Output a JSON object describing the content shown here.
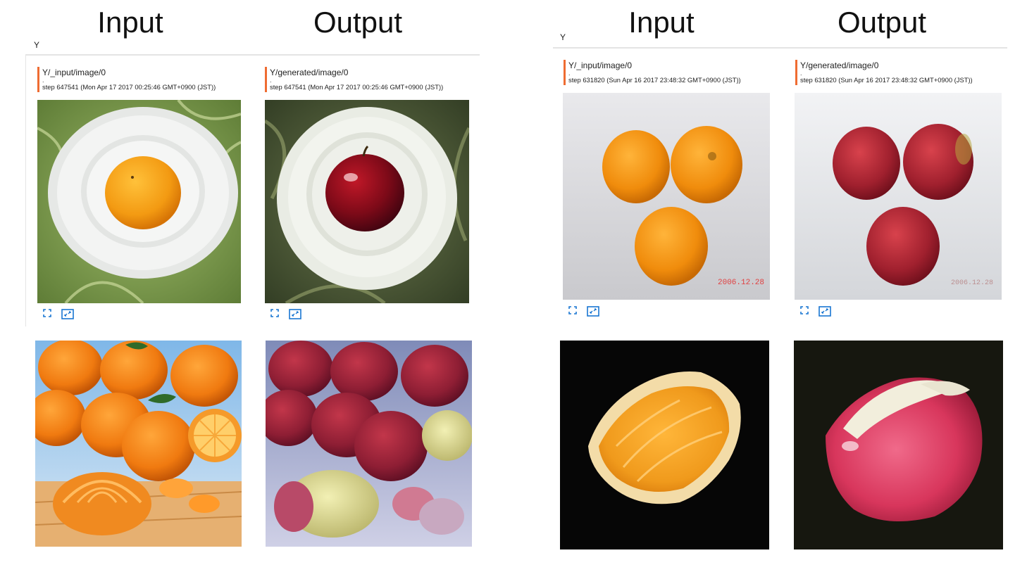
{
  "headings": [
    "Input",
    "Output",
    "Input",
    "Output"
  ],
  "group_labels": [
    "Y",
    "Y"
  ],
  "panels": [
    {
      "input": {
        "tag": "Y/_input/image/0",
        "dot": ".",
        "step": "step 647541 (Mon Apr 17 2017 00:25:46 GMT+0900 (JST))"
      },
      "output": {
        "tag": "Y/generated/image/0",
        "dot": ".",
        "step": "step 647541 (Mon Apr 17 2017 00:25:46 GMT+0900 (JST))"
      }
    },
    {
      "input": {
        "tag": "Y/_input/image/0",
        "dot": ".",
        "step": "step 631820 (Sun Apr 16 2017 23:48:32 GMT+0900 (JST))"
      },
      "output": {
        "tag": "Y/generated/image/0",
        "dot": ".",
        "step": "step 631820 (Sun Apr 16 2017 23:48:32 GMT+0900 (JST))"
      }
    }
  ],
  "photo_stamps": [
    "2006.12.28",
    "2006.12.28"
  ],
  "icons": {
    "fit": "fit-size-icon",
    "actual": "actual-size-icon"
  },
  "colors": {
    "accent": "#ef6c32",
    "control": "#1976d2"
  }
}
